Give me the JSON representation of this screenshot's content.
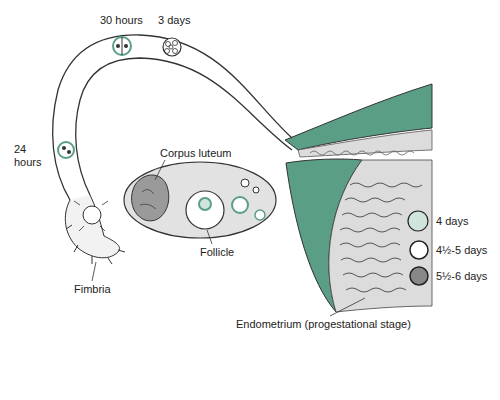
{
  "diagram": {
    "labels": [
      "30 hours",
      "3 days",
      "24 hours",
      "Corpus luteum",
      "Follicle",
      "Fimbria",
      "4 days",
      "4½-5 days",
      "5½-6 days",
      "Endometrium (progestational stage)"
    ]
  }
}
